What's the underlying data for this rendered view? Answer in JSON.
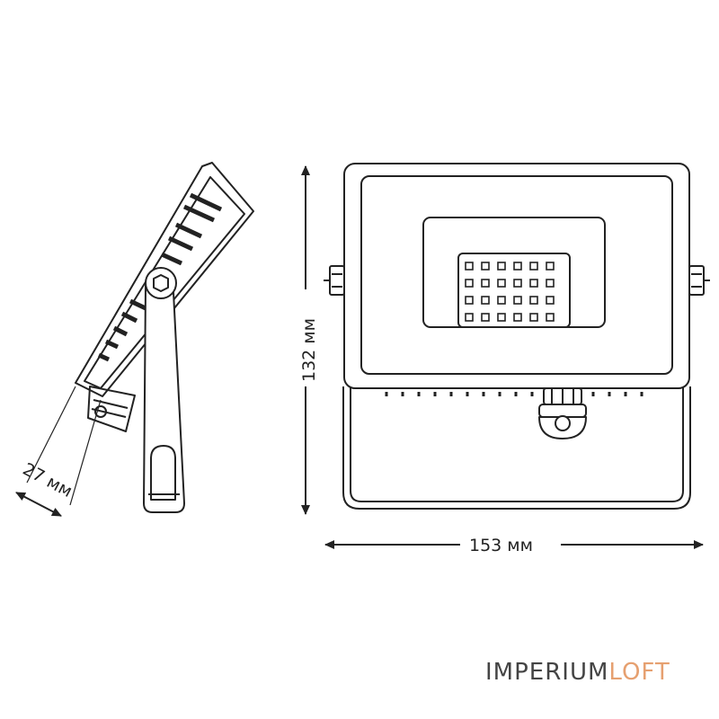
{
  "dimensions": {
    "width": "153 мм",
    "height": "132 мм",
    "depth": "27 мм"
  },
  "brand": {
    "part1": "IMPERIUM",
    "part2": "LOFT"
  },
  "colors": {
    "line": "#222222",
    "brand_primary": "#444444",
    "brand_accent": "#e6a070"
  }
}
